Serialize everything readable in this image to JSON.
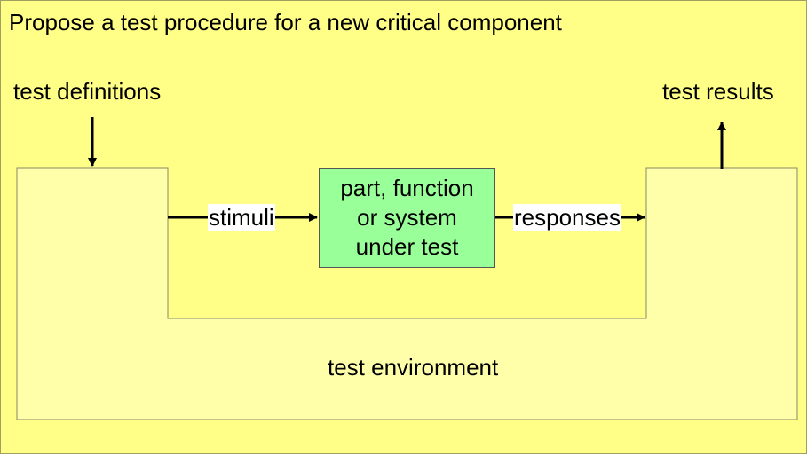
{
  "title": "Propose a test procedure for a new critical component",
  "labels": {
    "test_definitions": "test definitions",
    "test_results": "test results",
    "stimuli": "stimuli",
    "responses": "responses",
    "test_environment": "test environment",
    "system_under_test": "part, function\nor system\nunder test"
  },
  "colors": {
    "background": "#ffff88",
    "environment_fill": "#ffffaa",
    "sut_fill": "#99ff99",
    "arrow": "#000000"
  }
}
